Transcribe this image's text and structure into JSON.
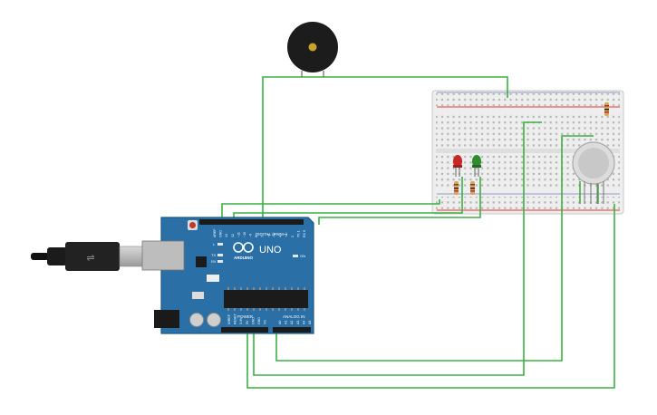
{
  "arduino": {
    "brand": "ARDUINO",
    "model": "UNO",
    "digital_label": "DIGITAL (PWM~)",
    "analog_label": "ANALOG IN",
    "power_label": "POWER",
    "tx_label": "TX",
    "rx_label": "RX",
    "l_label": "L",
    "on_label": "ON",
    "top_pin_labels": [
      "AREF",
      "GND",
      "13",
      "12",
      "~11",
      "~10",
      "~9",
      "8",
      "7",
      "~6",
      "~5",
      "4",
      "~3",
      "2",
      "TX 1",
      "RX 0"
    ],
    "power_pin_labels": [
      "IOREF",
      "RESET",
      "3.3V",
      "5V",
      "GND",
      "GND",
      "Vin"
    ],
    "analog_pin_labels": [
      "A0",
      "A1",
      "A2",
      "A3",
      "A4",
      "A5"
    ]
  },
  "colors": {
    "board": "#2a6fa5",
    "board_edge": "#1f5a88",
    "wire": "#3cb043",
    "led_red": "#c62828",
    "led_green": "#2e8b2e",
    "rail_red": "#e53935",
    "rail_blue": "#1e3a8a",
    "breadboard": "#f2f2f2",
    "buzzer": "#1c1c1c"
  },
  "icons": [
    "usb-cable-icon",
    "piezo-buzzer-icon",
    "gas-sensor-icon",
    "led-icon",
    "resistor-icon",
    "arduino-logo-icon"
  ]
}
